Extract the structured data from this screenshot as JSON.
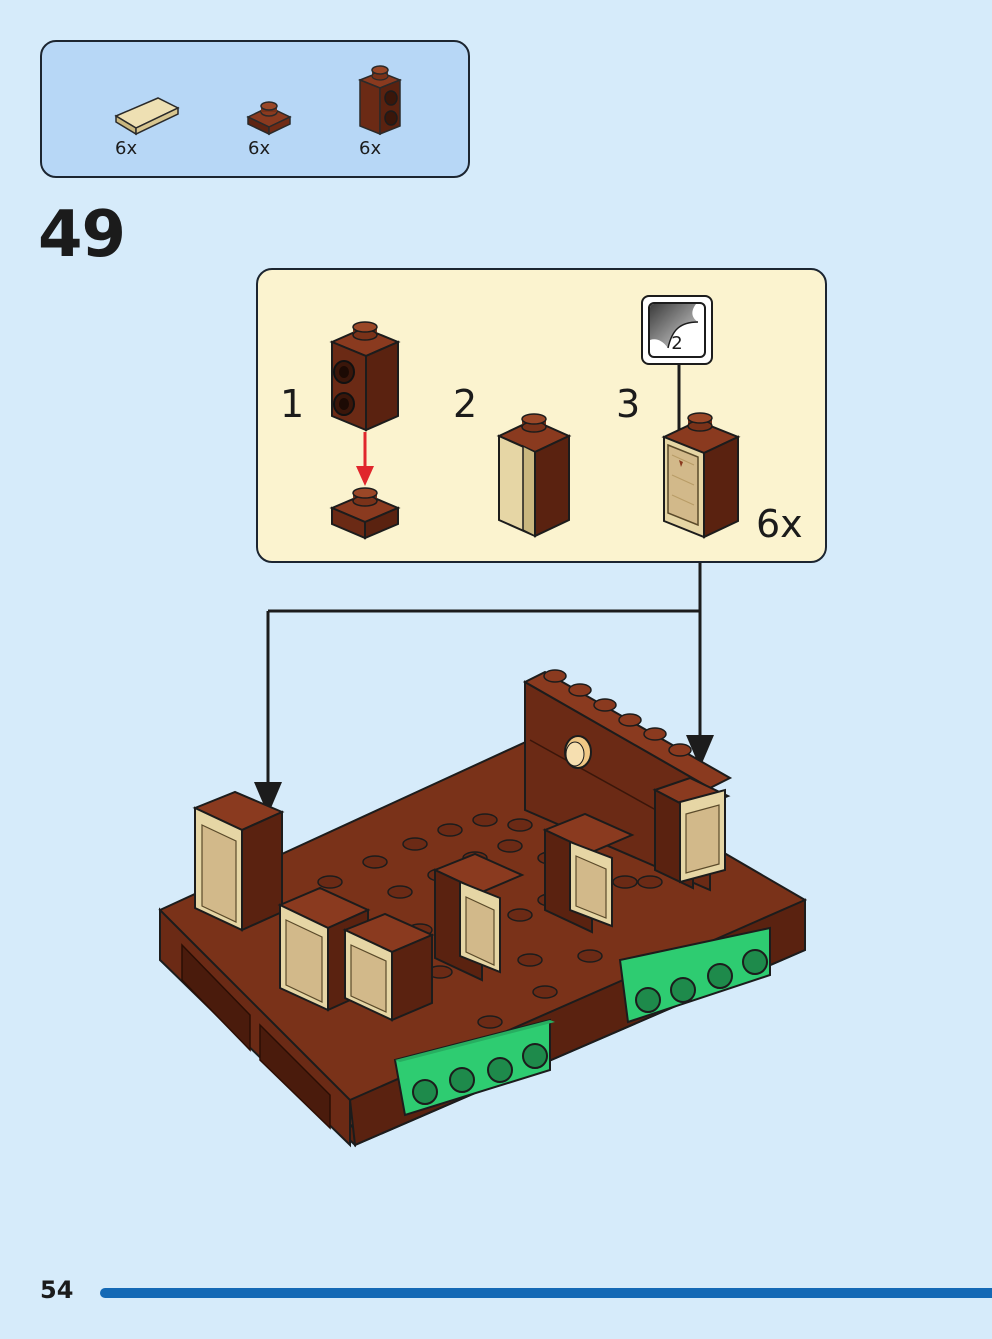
{
  "step": {
    "number": "49"
  },
  "parts": [
    {
      "icon": "tan-tile-1x2-icon",
      "qty": "6x"
    },
    {
      "icon": "brown-plate-1x1-icon",
      "qty": "6x"
    },
    {
      "icon": "brown-brick-1x1-studs-side-icon",
      "qty": "6x"
    }
  ],
  "substeps": [
    {
      "label": "1"
    },
    {
      "label": "2"
    },
    {
      "label": "3"
    }
  ],
  "callout": {
    "multiplier": "6x",
    "sticker_number": "2"
  },
  "colors": {
    "background": "#d6ebfa",
    "parts_box": "#b7d7f6",
    "callout_bg": "#fbf3cf",
    "brick_brown": "#6b2e18",
    "tan": "#e6d6a5",
    "green": "#2ecc71",
    "arrow_red": "#e0262c",
    "footer_bar": "#1469b5"
  },
  "page": {
    "number": "54"
  }
}
